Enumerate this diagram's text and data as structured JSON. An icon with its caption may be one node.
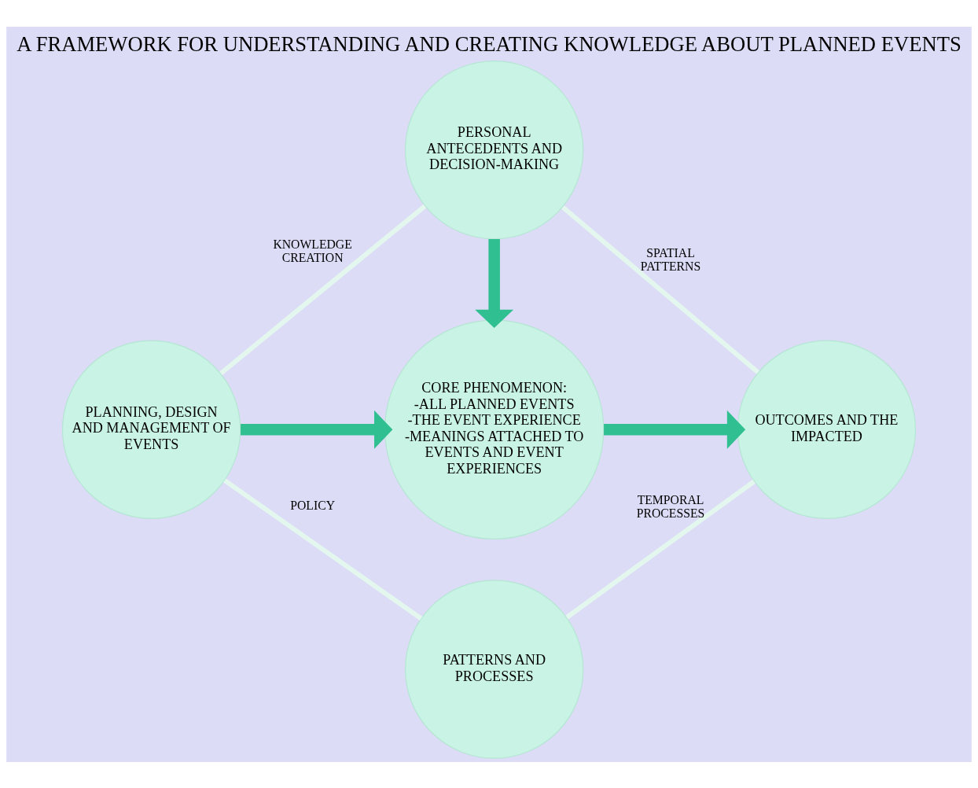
{
  "diagram": {
    "title": "A FRAMEWORK FOR UNDERSTANDING AND CREATING KNOWLEDGE ABOUT PLANNED EVENTS",
    "nodes": [
      {
        "text": [
          "PERSONAL ANTECEDENTS AND DECISION-MAKING"
        ]
      },
      {
        "text": [
          "PLANNING, DESIGN AND MANAGEMENT OF EVENTS"
        ]
      },
      {
        "text": [
          "CORE PHENOMENON:",
          "-ALL PLANNED EVENTS",
          "-THE EVENT EXPERIENCE",
          "-MEANINGS ATTACHED TO EVENTS AND EVENT EXPERIENCES"
        ]
      },
      {
        "text": [
          "OUTCOMES AND THE IMPACTED"
        ]
      },
      {
        "text": [
          "PATTERNS AND PROCESSES"
        ]
      }
    ],
    "edges": [
      {
        "from": 0,
        "to": 2,
        "arrow": "to",
        "style": "thick",
        "color": "#2fbf90"
      },
      {
        "from": 1,
        "to": 2,
        "arrow": "to",
        "style": "thick",
        "color": "#2fbf90"
      },
      {
        "from": 2,
        "to": 3,
        "arrow": "to",
        "style": "thick",
        "color": "#2fbf90"
      },
      {
        "from": 1,
        "to": 0,
        "arrow": "none",
        "label": "KNOWLEDGE CREATION"
      },
      {
        "from": 0,
        "to": 3,
        "arrow": "none",
        "label": "SPATIAL PATTERNS"
      },
      {
        "from": 4,
        "to": 1,
        "arrow": "none",
        "label": "POLICY"
      },
      {
        "from": 3,
        "to": 4,
        "arrow": "none",
        "label": "TEMPORAL PROCESSES"
      }
    ]
  }
}
